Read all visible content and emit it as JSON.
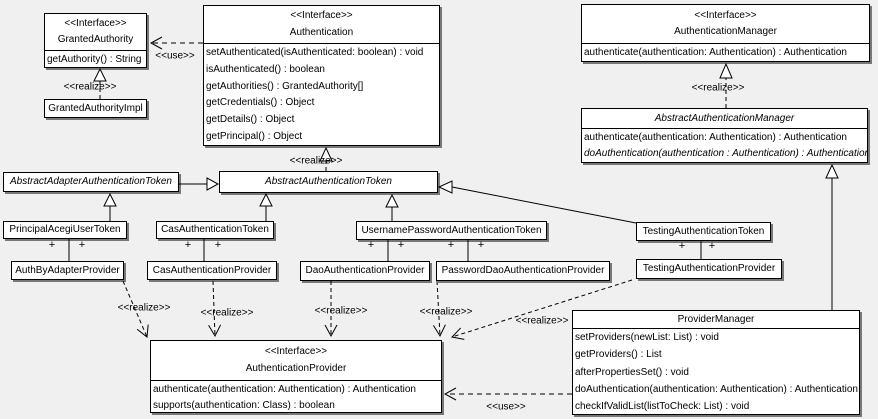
{
  "stereotypes": {
    "interface": "<<Interface>>"
  },
  "labels": {
    "use": "<<use>>",
    "realize": "<<realize>>",
    "plus": "+"
  },
  "classes": {
    "granted_authority": {
      "stereotype": "<<Interface>>",
      "name": "GrantedAuthority",
      "methods": [
        "getAuthority() : String"
      ]
    },
    "granted_authority_impl": {
      "name": "GrantedAuthorityImpl"
    },
    "authentication": {
      "stereotype": "<<Interface>>",
      "name": "Authentication",
      "methods": [
        "setAuthenticated(isAuthenticated: boolean) : void",
        "isAuthenticated() : boolean",
        "getAuthorities() : GrantedAuthority[]",
        "getCredentials() : Object",
        "getDetails() : Object",
        "getPrincipal() : Object"
      ]
    },
    "authentication_manager": {
      "stereotype": "<<Interface>>",
      "name": "AuthenticationManager",
      "methods": [
        "authenticate(authentication: Authentication) : Authentication"
      ]
    },
    "abstract_authentication_manager": {
      "name": "AbstractAuthenticationManager",
      "methods": [
        "authenticate(authentication: Authentication) : Authentication",
        "doAuthentication(authentication : Authentication) : Authentication"
      ]
    },
    "abstract_adapter_authentication_token": {
      "name": "AbstractAdapterAuthenticationToken"
    },
    "abstract_authentication_token": {
      "name": "AbstractAuthenticationToken"
    },
    "principal_acegi_user_token": {
      "name": "PrincipalAcegiUserToken"
    },
    "cas_authentication_token": {
      "name": "CasAuthenticationToken"
    },
    "username_password_authentication_token": {
      "name": "UsernamePasswordAuthenticationToken"
    },
    "testing_authentication_token": {
      "name": "TestingAuthenticationToken"
    },
    "auth_by_adapter_provider": {
      "name": "AuthByAdapterProvider"
    },
    "cas_authentication_provider": {
      "name": "CasAuthenticationProvider"
    },
    "dao_authentication_provider": {
      "name": "DaoAuthenticationProvider"
    },
    "password_dao_authentication_provider": {
      "name": "PasswordDaoAuthenticationProvider"
    },
    "testing_authentication_provider": {
      "name": "TestingAuthenticationProvider"
    },
    "authentication_provider": {
      "stereotype": "<<Interface>>",
      "name": "AuthenticationProvider",
      "methods": [
        "authenticate(authentication: Authentication) : Authentication",
        "supports(authentication: Class) : boolean"
      ]
    },
    "provider_manager": {
      "name": "ProviderManager",
      "methods": [
        "setProviders(newList: List) : void",
        "getProviders() : List",
        "afterPropertiesSet() : void",
        "doAuthentication(authentication: Authentication) : Authentication",
        "checkIfValidList(listToCheck: List) : void"
      ]
    }
  }
}
